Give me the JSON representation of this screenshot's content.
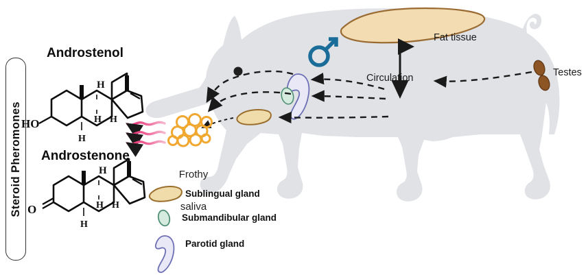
{
  "figure": {
    "type": "scientific-diagram",
    "subject": "Boar steroid pheromone pathway",
    "background": "#ffffff"
  },
  "panel_label": {
    "text": "Steroid Pheromones"
  },
  "molecules": [
    {
      "name": "Androstenol",
      "functional_group": "HO",
      "group_label": "HO"
    },
    {
      "name": "Androstenone",
      "functional_group": "O",
      "group_label": "O"
    }
  ],
  "annotations": {
    "fat_tissue": "Fat tissue",
    "circulation": "Circulation",
    "testes": "Testes",
    "frothy_saliva_line1": "Frothy",
    "frothy_saliva_line2": "saliva"
  },
  "legend": {
    "items": [
      {
        "label": "Sublingual gland",
        "icon": "sublingual-gland-icon",
        "fill": "#f0dcab",
        "stroke": "#9a6f2e"
      },
      {
        "label": "Submandibular gland",
        "icon": "submandibular-gland-icon",
        "fill": "#d9ece0",
        "stroke": "#4f8f73"
      },
      {
        "label": "Parotid gland",
        "icon": "parotid-gland-icon",
        "fill": "#e8e8f6",
        "stroke": "#6d6fb5"
      }
    ]
  },
  "symbols": {
    "male_symbol": "male-mars-symbol",
    "male_symbol_color": "#1b6d99"
  },
  "colors": {
    "pig_body": "#e0e2e6",
    "fat_fill": "#f3dcb2",
    "fat_stroke": "#9a6b32",
    "testes_fill": "#8d5524",
    "testes_stroke": "#6b3f1a",
    "saliva_bubble": "#f0a830",
    "pheromone_wave": "#e8336e",
    "arrow_dashed": "#1a1a1a",
    "eye": "#1a1a1a"
  },
  "flows": [
    {
      "from": "Testes",
      "to": "Circulation",
      "style": "dashed"
    },
    {
      "from": "Circulation",
      "to": "Parotid gland",
      "style": "dashed"
    },
    {
      "from": "Circulation",
      "to": "Submandibular gland",
      "style": "dashed"
    },
    {
      "from": "Circulation",
      "to": "Sublingual gland",
      "style": "dashed"
    },
    {
      "from": "Salivary glands",
      "to": "Frothy saliva",
      "style": "dashed"
    },
    {
      "from": "Fat tissue",
      "to": "Circulation",
      "style": "solid-double-arrow"
    },
    {
      "from": "Frothy saliva",
      "to": "Air (pheromone release)",
      "style": "wavy"
    }
  ]
}
